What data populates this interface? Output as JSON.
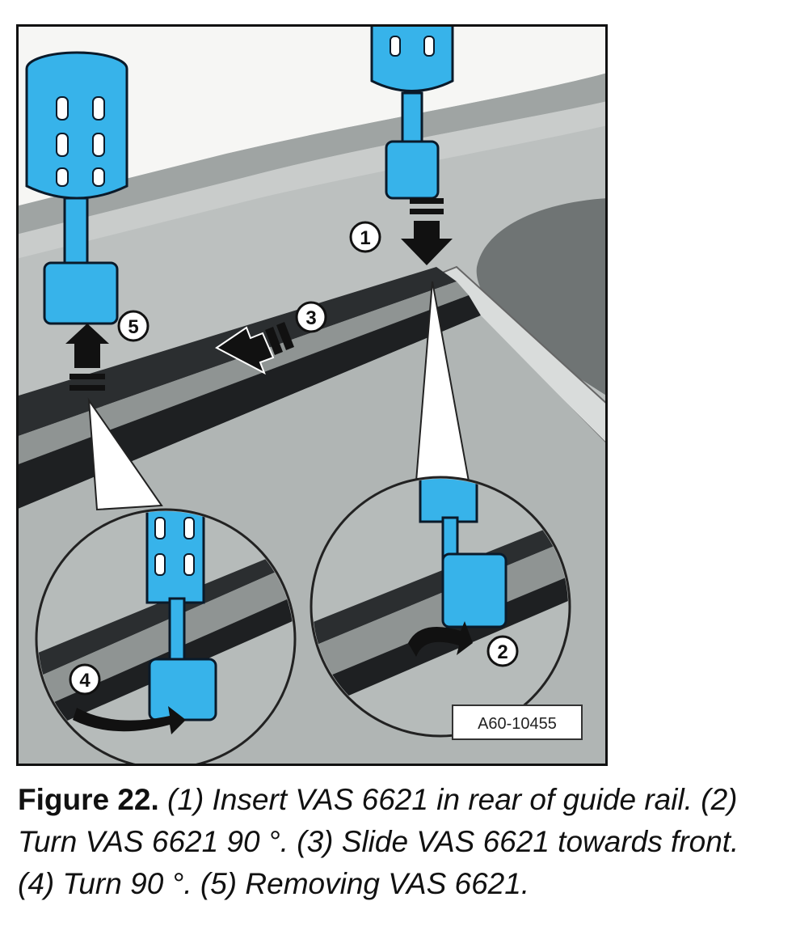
{
  "figure": {
    "image_code": "A60-10455",
    "callouts": [
      "1",
      "2",
      "3",
      "4",
      "5"
    ],
    "colors": {
      "tool": "#37b3ea",
      "tool_outline": "#0a1a2a",
      "roof": "#b7bcbb",
      "rail": "#3a3d3f",
      "glass": "#6f7474",
      "frame": "#111111"
    }
  },
  "caption": {
    "label": "Figure 22.",
    "text": " (1) Insert VAS 6621 in rear of guide rail. (2) Turn VAS 6621 90 °. (3) Slide VAS 6621 towards front. (4) Turn 90 °. (5) Removing VAS 6621."
  }
}
